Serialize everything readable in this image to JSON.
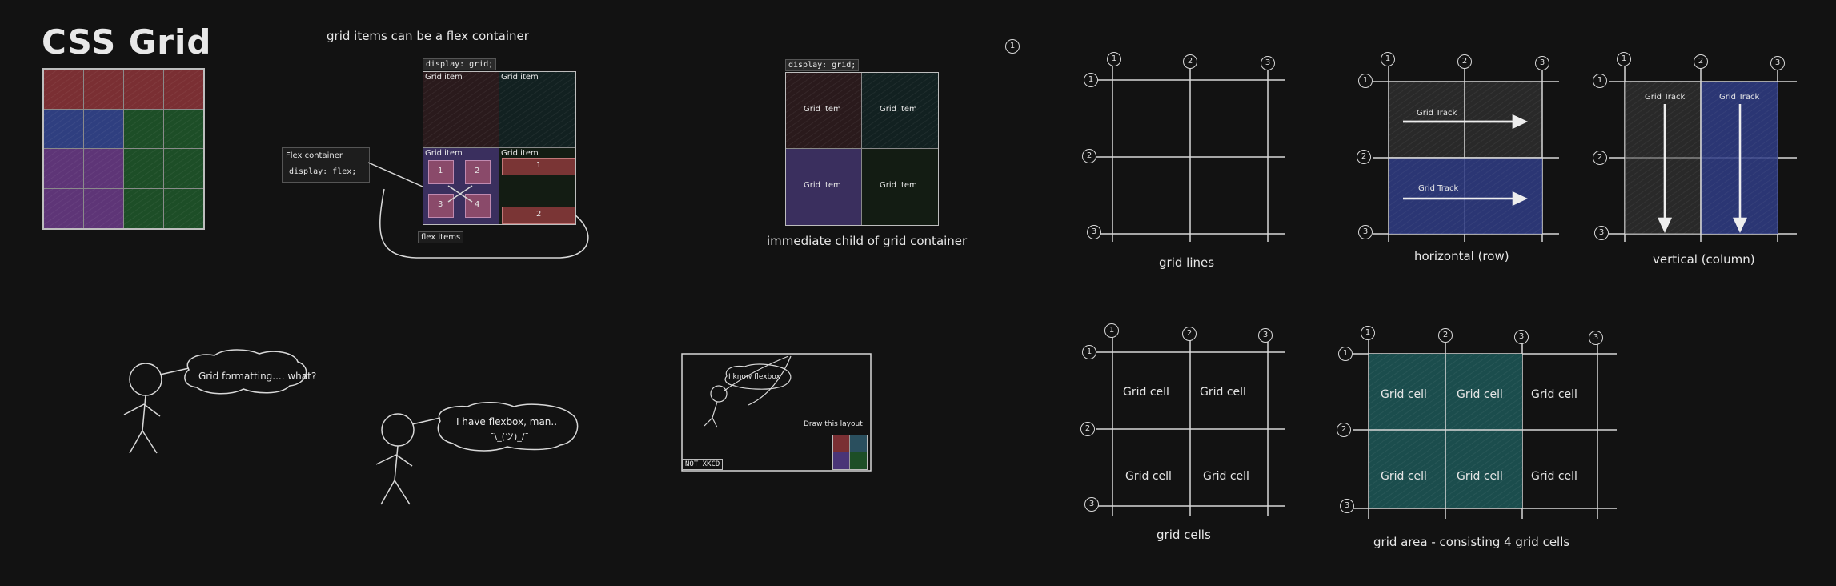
{
  "title": "CSS Grid",
  "colors": {
    "background": "#121212",
    "red": "#7a2f33",
    "blue": "#2f3f80",
    "purple": "#5e3577",
    "green": "#1d4e27",
    "teal": "#1b4d4d",
    "navy": "#303d86",
    "stroke": "#d8d8d8"
  },
  "flex_demo": {
    "heading": "grid items can be a flex container",
    "display_tag": "display: grid;",
    "grid_item_label": "Grid item",
    "flex_container_label": "Flex container",
    "flex_display": "display: flex;",
    "flex_items_label": "flex items",
    "flex_numbers": [
      "1",
      "2",
      "3",
      "4"
    ],
    "flex_bar_numbers": [
      "1",
      "2"
    ]
  },
  "immediate_demo": {
    "display_tag": "display: grid;",
    "grid_item_label": "Grid item",
    "caption": "immediate child of grid container"
  },
  "badge_lone": "1",
  "grid_lines": {
    "caption": "grid lines",
    "column_numbers": [
      "1",
      "2",
      "3"
    ],
    "row_numbers": [
      "1",
      "2",
      "3"
    ]
  },
  "horizontal": {
    "caption": "horizontal (row)",
    "track_label": "Grid Track"
  },
  "vertical": {
    "caption": "vertical (column)",
    "track_label": "Grid Track"
  },
  "grid_cells": {
    "caption": "grid cells",
    "cell_label": "Grid cell"
  },
  "grid_area": {
    "caption": "grid area - consisting 4 grid cells",
    "cell_label": "Grid cell"
  },
  "comic": {
    "speech1": "Grid formatting.... what?",
    "speech2": "I have flexbox, man..",
    "shrug": "¯\\_(ツ)_/¯",
    "know_flexbox": "I know flexbox",
    "draw_layout": "Draw this layout",
    "not_xkcd": "NOT XKCD"
  }
}
